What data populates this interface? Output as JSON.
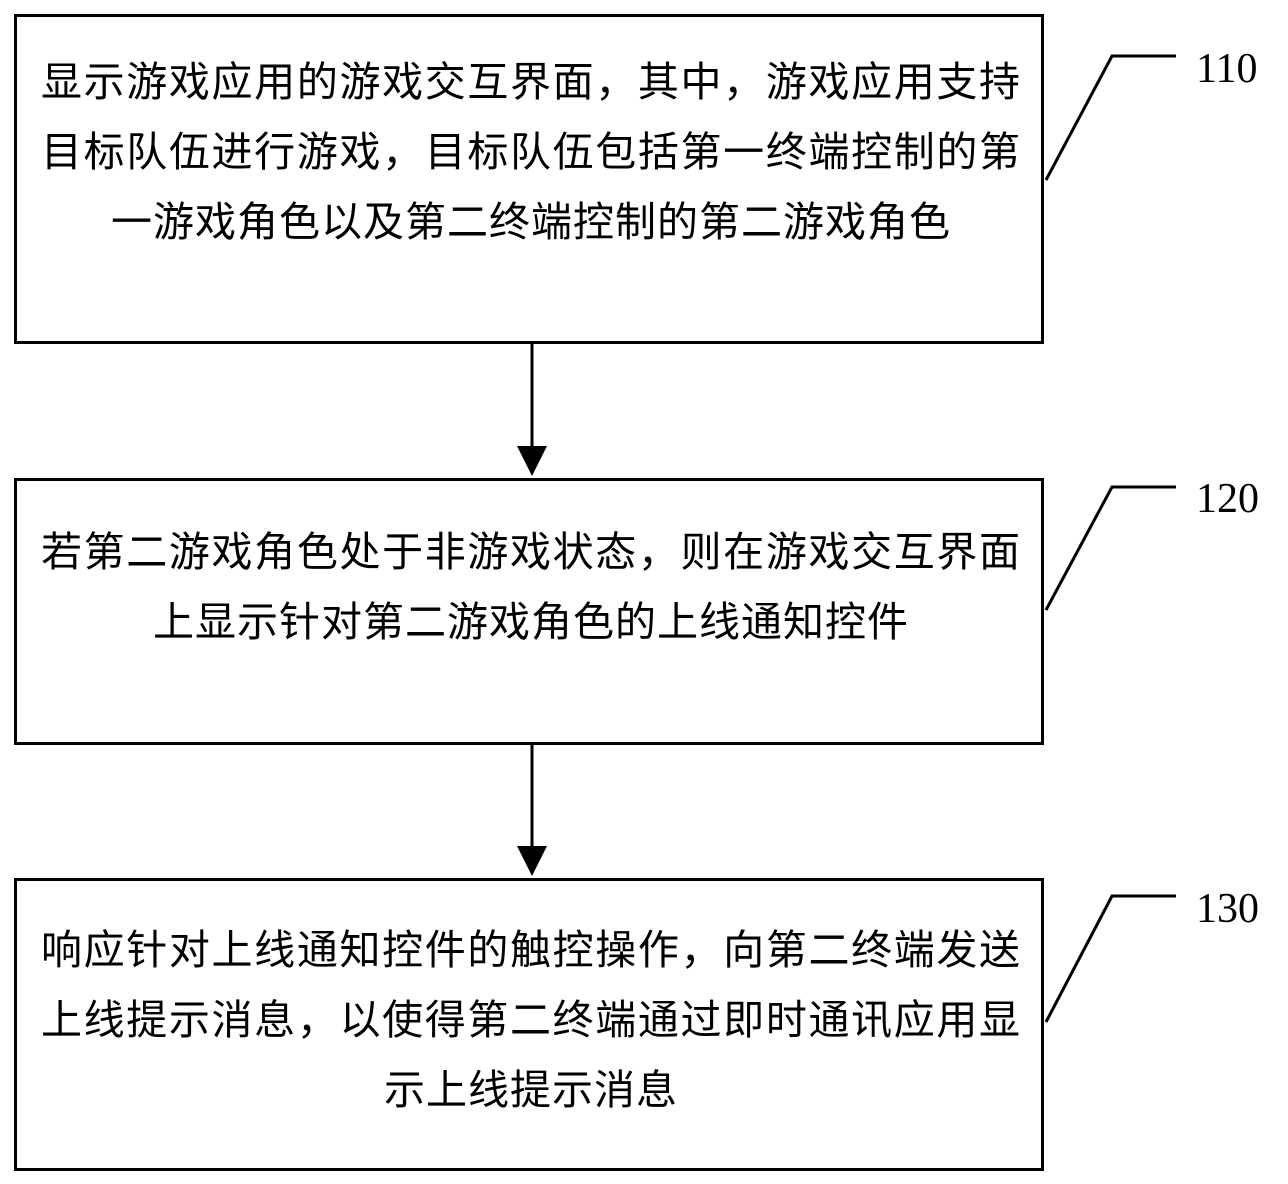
{
  "steps": [
    {
      "number": "110",
      "text": "显示游戏应用的游戏交互界面，其中，游戏应用支持目标队伍进行游戏，目标队伍包括第一终端控制的第一游戏角色以及第二终端控制的第二游戏角色"
    },
    {
      "number": "120",
      "text": "若第二游戏角色处于非游戏状态，则在游戏交互界面上显示针对第二游戏角色的上线通知控件"
    },
    {
      "number": "130",
      "text": "响应针对上线通知控件的触控操作，向第二终端发送上线提示消息，以使得第二终端通过即时通讯应用显示上线提示消息"
    }
  ],
  "colors": {
    "line": "#000000",
    "background": "#ffffff"
  }
}
